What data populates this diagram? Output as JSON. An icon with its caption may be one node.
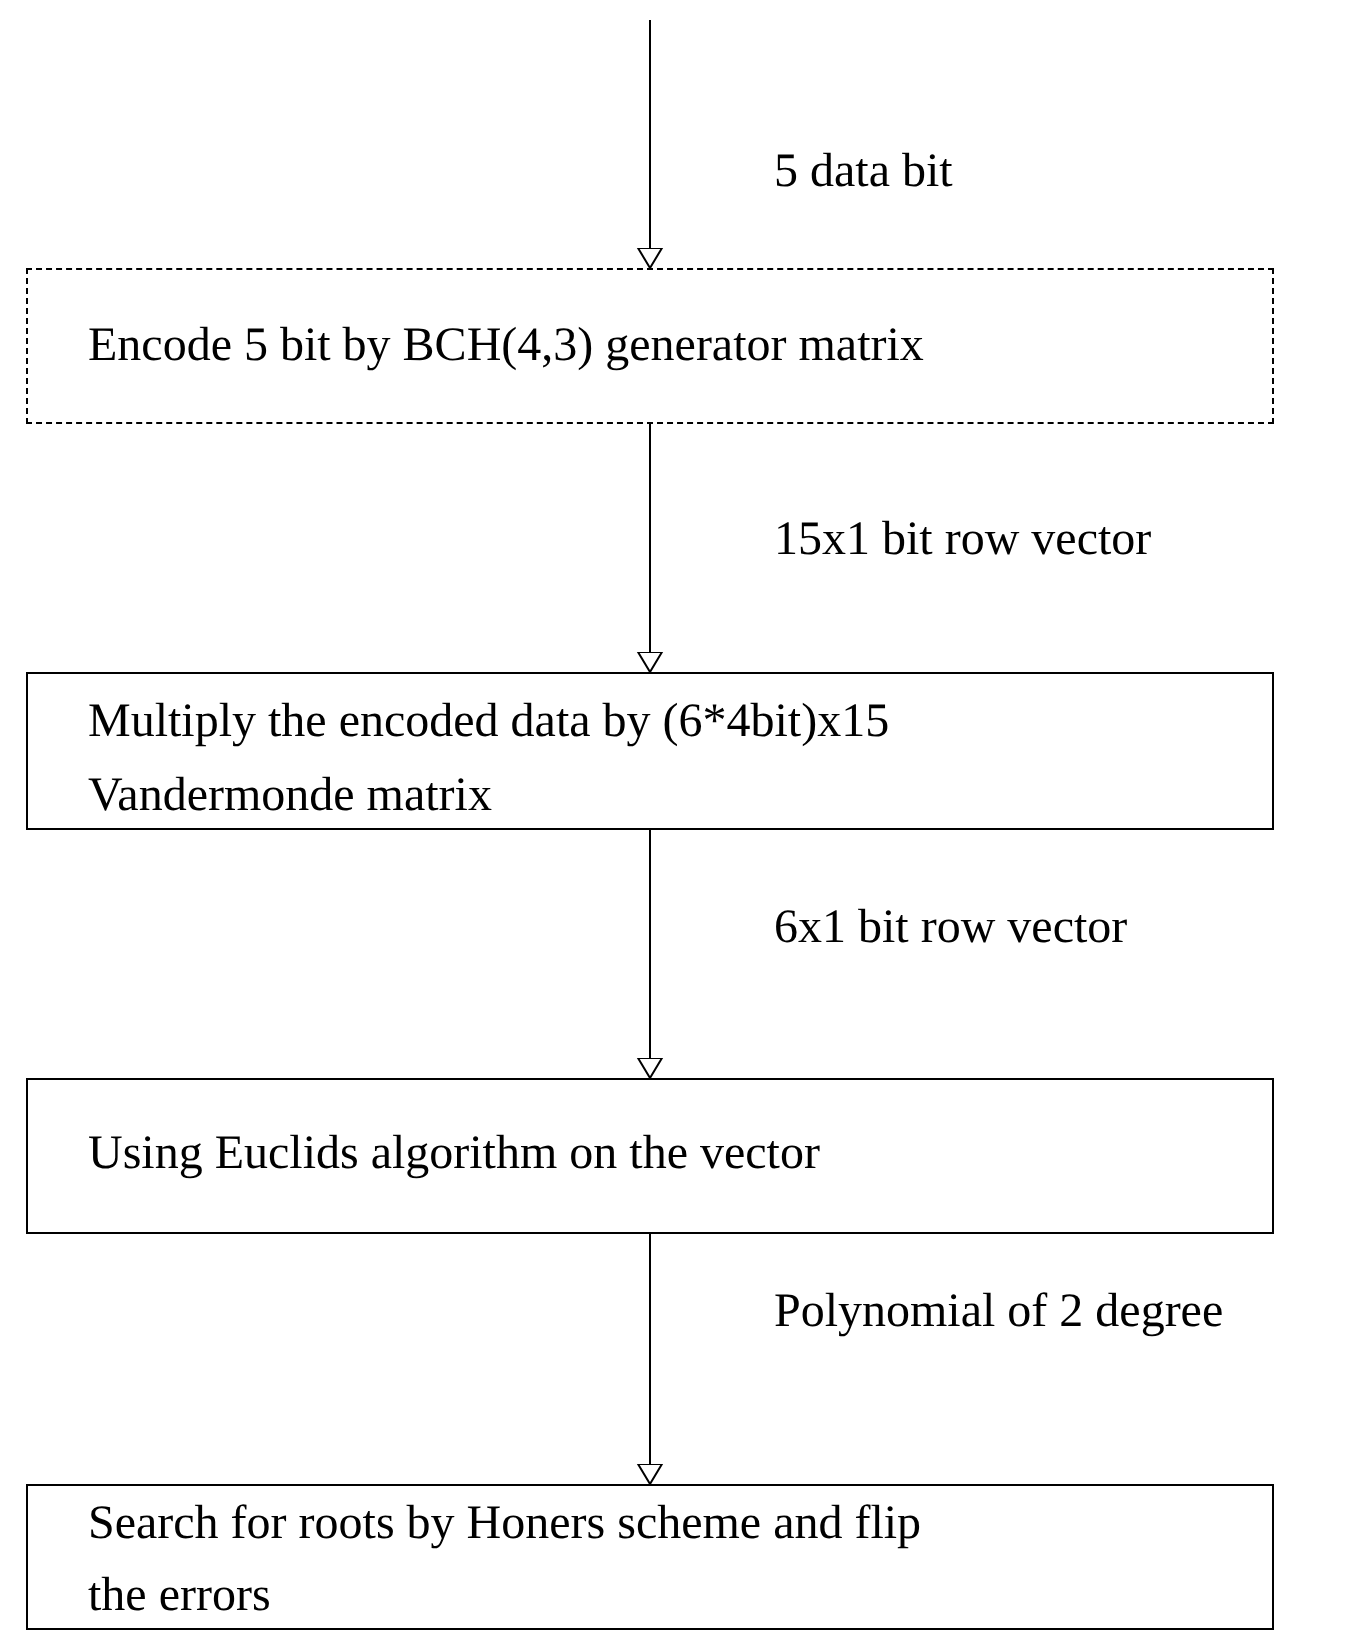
{
  "diagram": {
    "nodes": [
      {
        "text": [
          "Encode 5 bit by BCH(4,3) generator matrix"
        ]
      },
      {
        "text": [
          "Multiply the encoded data by (6*4bit)x15 Vandermonde matrix"
        ]
      },
      {
        "text": [
          "Using Euclids algorithm on the vector"
        ]
      },
      {
        "text": [
          "Search for roots by Honers scheme and flip the errors"
        ]
      }
    ],
    "edges": [
      {
        "from": null,
        "to": 0,
        "arrow": "to",
        "label": "5 data bit"
      },
      {
        "from": 0,
        "to": 1,
        "arrow": "to",
        "label": "15x1 bit row vector"
      },
      {
        "from": 1,
        "to": 2,
        "arrow": "to",
        "label": "6x1 bit row vector"
      },
      {
        "from": 2,
        "to": 3,
        "arrow": "to",
        "label": "Polynomial of 2 degree"
      }
    ]
  }
}
